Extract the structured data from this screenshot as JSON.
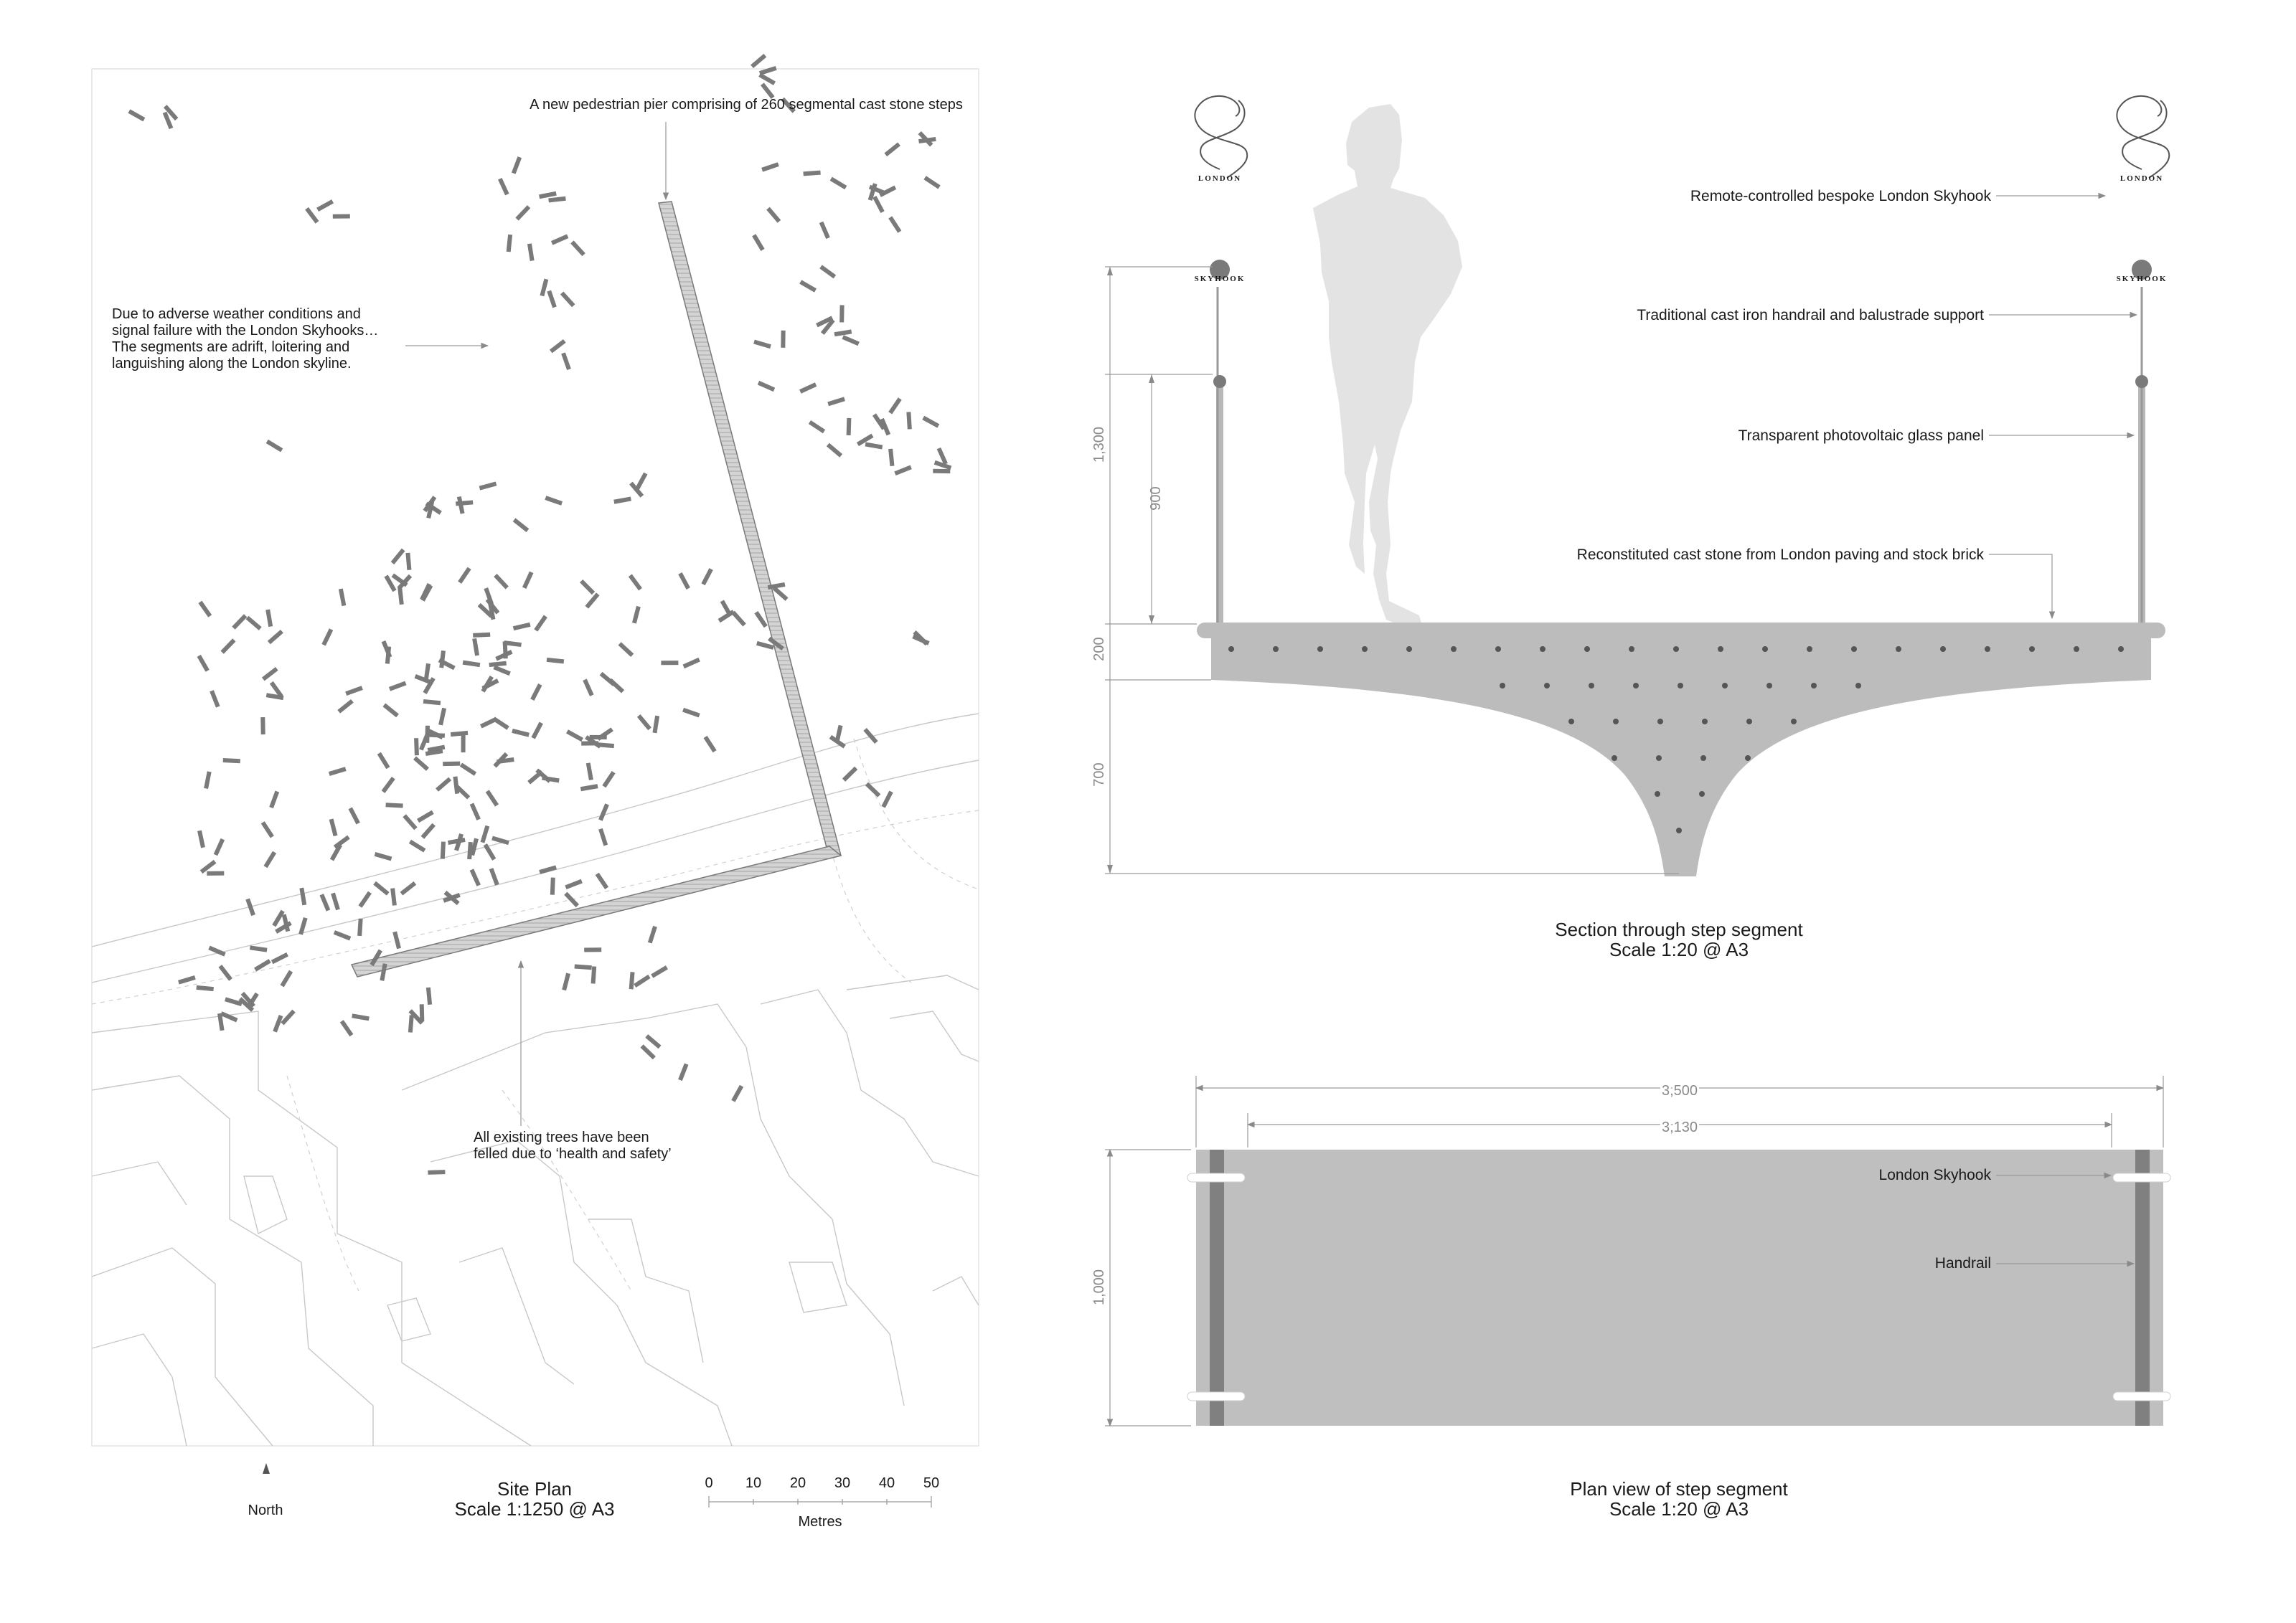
{
  "site_plan": {
    "pier_label": "A new pedestrian pier comprising of 260 segmental cast stone steps",
    "adrift_note": [
      "Due to adverse weather conditions and",
      "signal failure with the London Skyhooks…",
      "The segments are adrift, loitering and",
      "languishing along the London skyline."
    ],
    "trees_note": [
      "All existing trees have been",
      "felled due to ‘health and safety’"
    ],
    "north_label": "North",
    "title": "Site Plan",
    "scale": "Scale 1:1250 @ A3",
    "scale_bar": {
      "ticks": [
        "0",
        "10",
        "20",
        "30",
        "40",
        "50"
      ],
      "unit": "Metres"
    }
  },
  "section": {
    "labels": {
      "skyhook": "Remote-controlled bespoke London Skyhook",
      "handrail": "Traditional cast iron handrail and balustrade support",
      "glass": "Transparent photovoltaic glass panel",
      "stone": "Reconstituted cast stone from London paving and stock brick"
    },
    "dimensions": {
      "overall": "1,300",
      "rail": "900",
      "slab": "200",
      "keel": "700"
    },
    "logo_top": "LONDON",
    "logo_bottom": "SKYHOOK",
    "title": "Section through step segment",
    "scale": "Scale 1:20 @ A3"
  },
  "plan_view": {
    "labels": {
      "skyhook": "London Skyhook",
      "handrail": "Handrail"
    },
    "dimensions": {
      "overall_width": "3,500",
      "inner_width": "3,130",
      "depth": "1,000"
    },
    "title": "Plan view of step segment",
    "scale": "Scale 1:20 @ A3"
  },
  "colors": {
    "segment_dark": "#7a7a7a",
    "segment_fill": "#bfbfbf",
    "silhouette": "#e3e3e3",
    "context_lines": "#c8c8c8",
    "rail_dark": "#808080"
  }
}
